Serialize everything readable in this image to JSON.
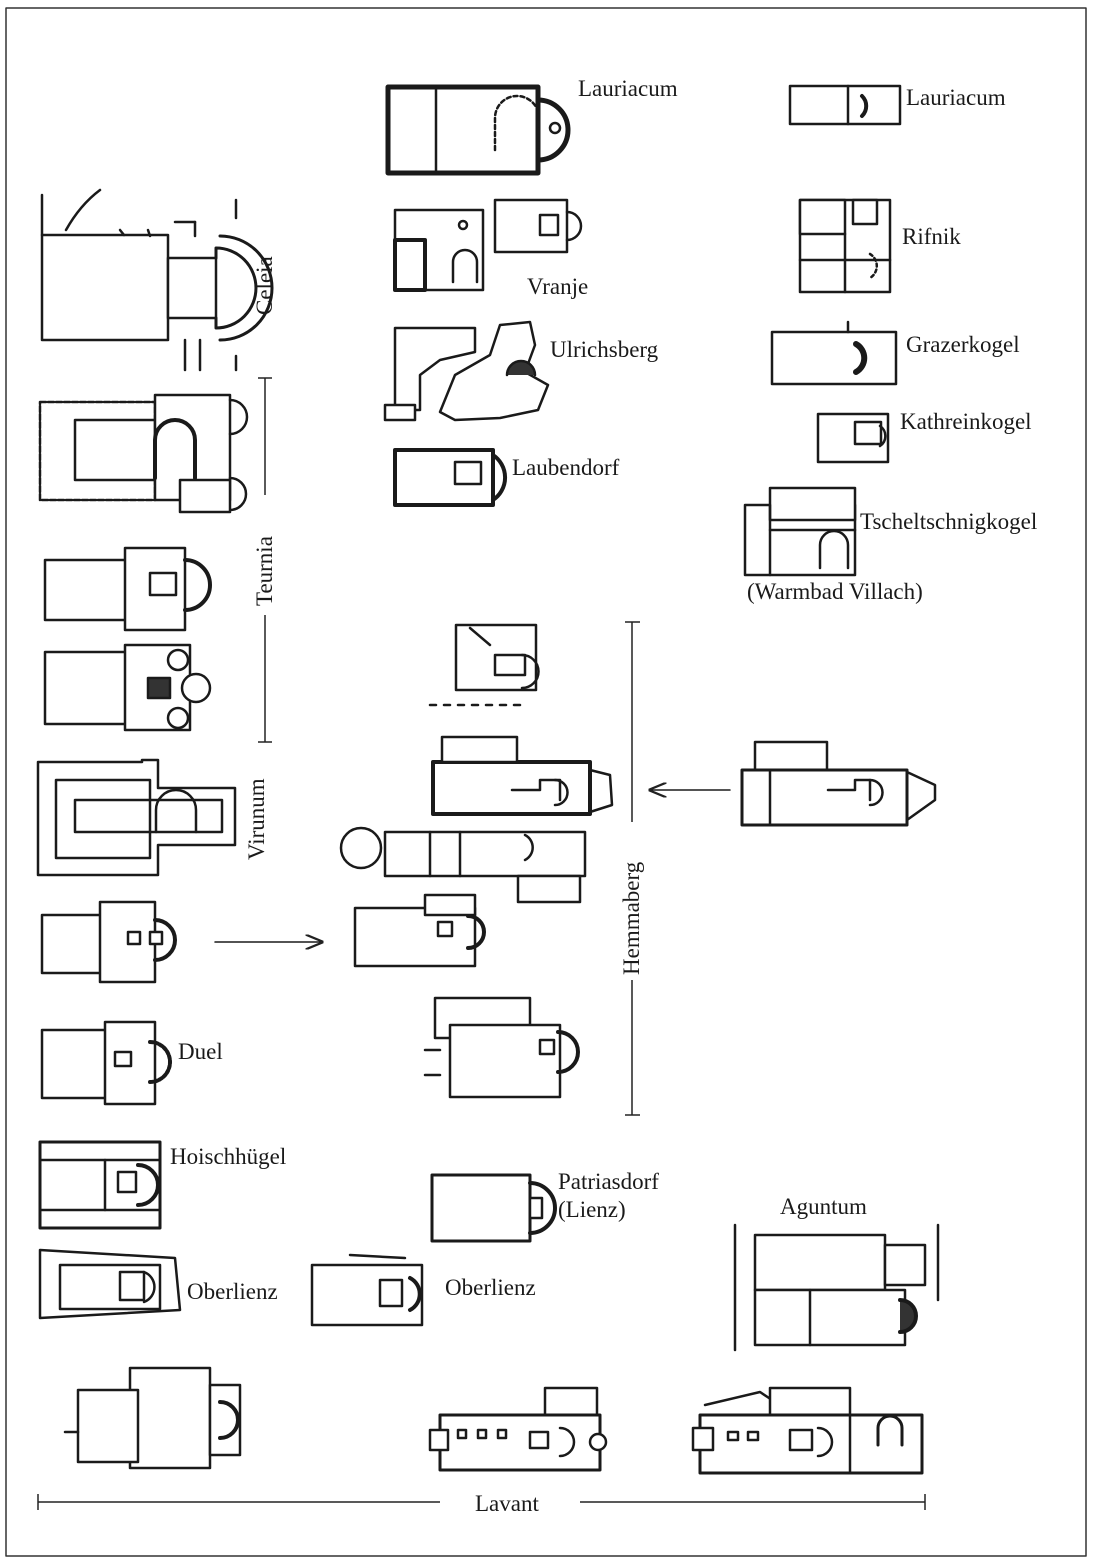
{
  "labels": {
    "lauriacum_1": "Lauriacum",
    "lauriacum_2": "Lauriacum",
    "celeia": "Celeia",
    "vranje": "Vranje",
    "rifnik": "Rifnik",
    "ulrichsberg": "Ulrichsberg",
    "grazerkogel": "Grazerkogel",
    "kathreinkogel": "Kathreinkogel",
    "laubendorf": "Laubendorf",
    "tscheltschnigkogel": "Tscheltschnigkogel",
    "warmbad_villach": "(Warmbad Villach)",
    "teurnia": "Teurnia",
    "virunum": "Virunum",
    "hemmaberg": "Hemmaberg",
    "duel": "Duel",
    "hoischhuegel": "Hoischhügel",
    "patriasdorf": "Patriasdorf",
    "lienz": "(Lienz)",
    "aguntum": "Aguntum",
    "oberlienz_1": "Oberlienz",
    "oberlienz_2": "Oberlienz",
    "lavant": "Lavant"
  }
}
